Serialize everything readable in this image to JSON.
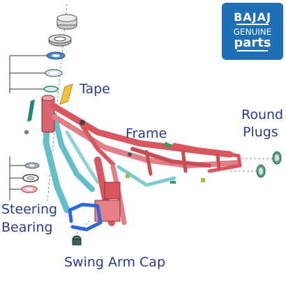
{
  "labels": {
    "tape": "Tape",
    "frame": "Frame",
    "round_plugs_line1": "Round",
    "round_plugs_line2": "Plugs",
    "steering_line1": "Steering",
    "steering_line2": "Bearing",
    "swing_arm_cap": "Swing Arm Cap"
  },
  "logo": {
    "brand": "BAJAJ",
    "line1": "GENUINE",
    "line2": "parts"
  },
  "colors": {
    "label_text": "#2a3a94",
    "logo_bg": "#1f6fb6",
    "frame_red": "#d9565e",
    "frame_teal": "#63bfc8",
    "frame_blue": "#2c69d6",
    "tape_yellow": "#f2c33a"
  }
}
